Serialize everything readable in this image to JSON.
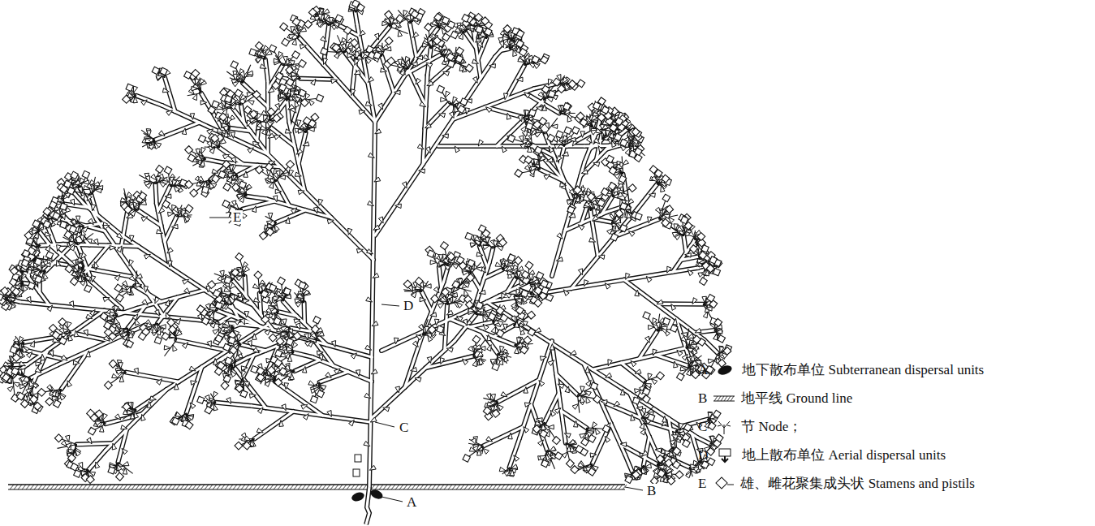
{
  "diagram": {
    "labels": [
      "E",
      "D",
      "C",
      "A",
      "B",
      "A",
      "B",
      "C",
      "D",
      "E"
    ],
    "legend": [
      {
        "text": "地下散布单位 Subterranean dispersal units"
      },
      {
        "text": "地平线 Ground line"
      },
      {
        "text": "节 Node；"
      },
      {
        "text": "地上散布单位 Aerial dispersal units"
      },
      {
        "text": "雄、雌花聚集成头状 Stamens and pistils"
      }
    ]
  }
}
